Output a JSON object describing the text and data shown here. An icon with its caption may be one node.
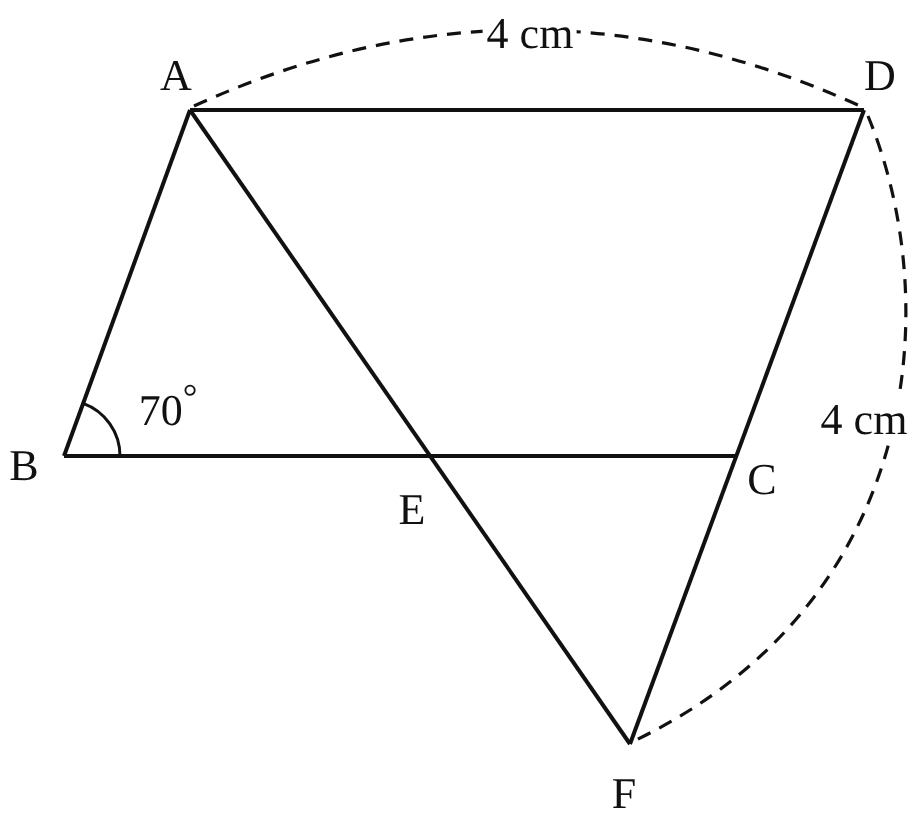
{
  "diagram": {
    "labels": [
      "A",
      "4 cm",
      "D",
      "70$^{°}$",
      "B",
      "E",
      "C",
      "4 cm",
      "F"
    ]
  }
}
